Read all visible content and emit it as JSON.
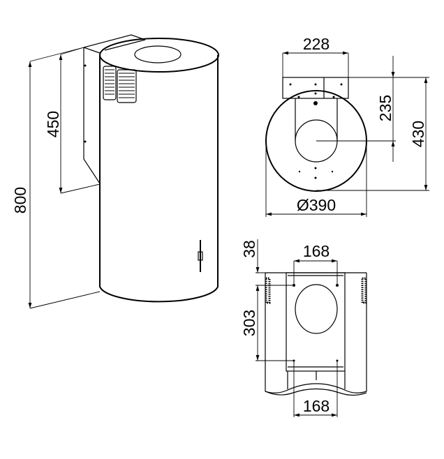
{
  "views": {
    "perspective": {
      "dim_height_total": "800",
      "dim_bracket_height": "450"
    },
    "top": {
      "dim_bracket_width": "228",
      "dim_center_depth": "235",
      "dim_total_depth": "430",
      "dim_diameter": "Ø390"
    },
    "rear": {
      "dim_top_hole_spacing": "168",
      "dim_top_offset": "38",
      "dim_hole_vertical_spacing": "303",
      "dim_bottom_hole_spacing": "168"
    }
  },
  "colors": {
    "line": "#000000",
    "background": "#ffffff"
  }
}
